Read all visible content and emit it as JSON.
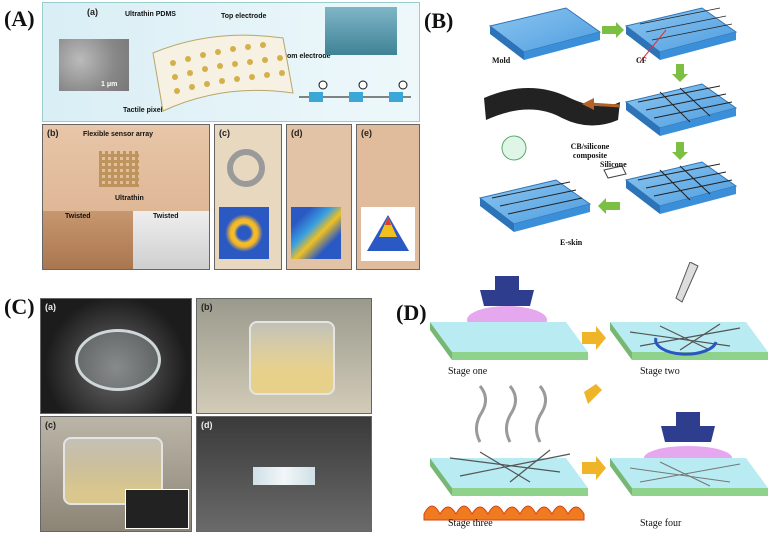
{
  "panels": {
    "A": {
      "letter": "(A)",
      "sub_a": "(a)",
      "sub_b": "(b)",
      "sub_c": "(c)",
      "sub_d": "(d)",
      "sub_e": "(e)",
      "label_ultrathin_pdms": "Ultrathin PDMS",
      "label_top_electrode": "Top electrode",
      "label_bottom_electrode": "Bottom electrode",
      "label_tactile_pixel": "Tactile pixel",
      "label_scale": "1 μm",
      "label_flexible_array": "Flexible sensor array",
      "label_ultrathin": "Ultrathin",
      "label_twisted_1": "Twisted",
      "label_twisted_2": "Twisted"
    },
    "B": {
      "letter": "(B)",
      "label_mold": "Mold",
      "label_cf": "CF",
      "label_composite": "CB/silicone composite",
      "label_silicone": "Silicone",
      "label_eskin": "E-skin"
    },
    "C": {
      "letter": "(C)",
      "sub_a": "(a)",
      "sub_b": "(b)",
      "sub_c": "(c)",
      "sub_d": "(d)"
    },
    "D": {
      "letter": "(D)",
      "stage_one": "Stage one",
      "stage_two": "Stage two",
      "stage_three": "Stage three",
      "stage_four": "Stage four"
    }
  },
  "colors": {
    "mold_blue": "#3b8fd9",
    "arrow_green": "#7bc043",
    "arrow_orange": "#f0b429",
    "glass_cyan": "#b8ecf2",
    "lamp_navy": "#2f3d8f",
    "uv_purple": "#c63bd6"
  }
}
